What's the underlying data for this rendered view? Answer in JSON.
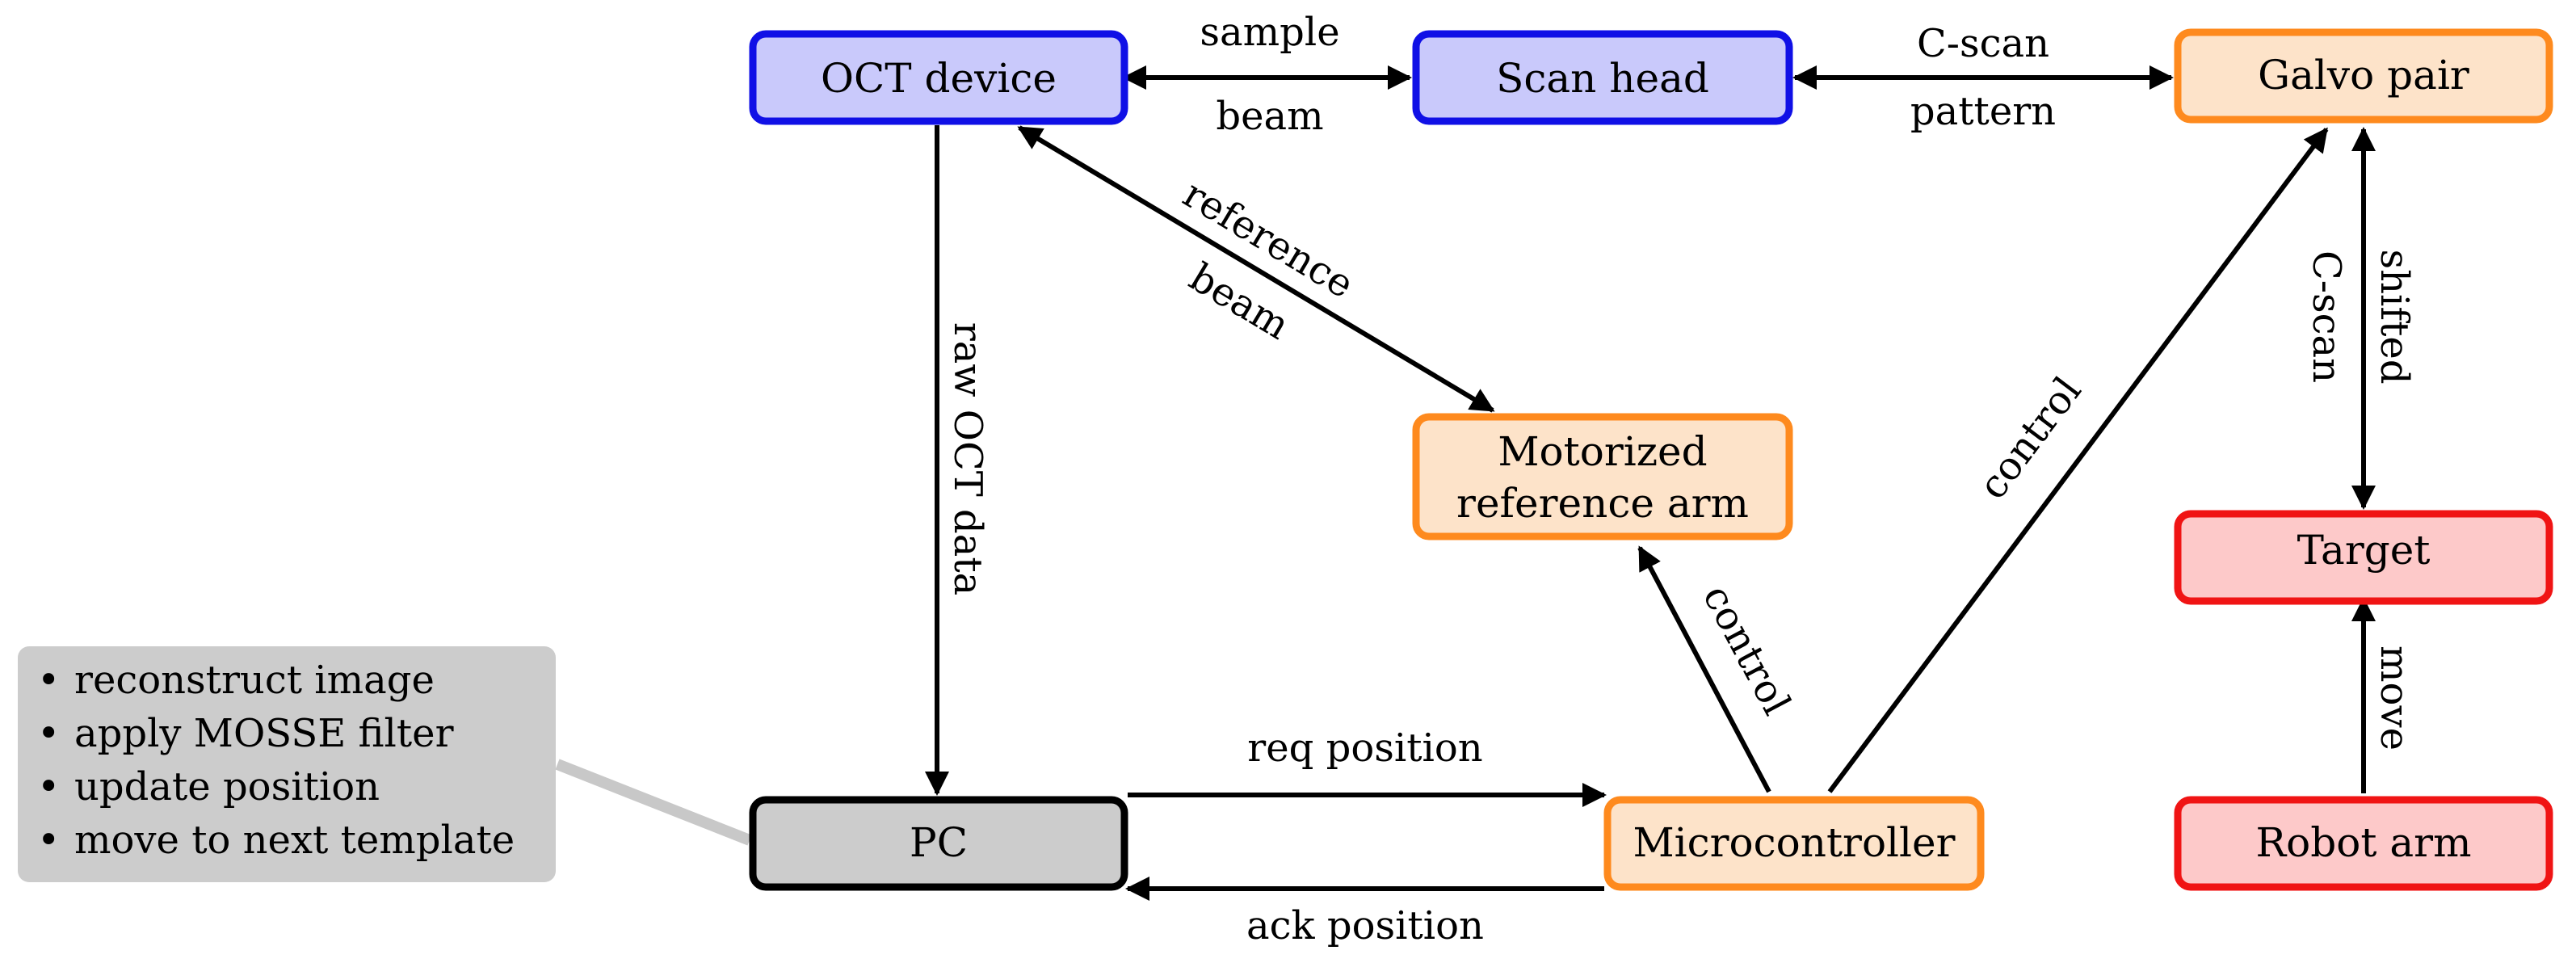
{
  "colors": {
    "blue_fill": "#c9c9fb",
    "blue_stroke": "#1010e6",
    "orange_fill": "#fde3c9",
    "orange_stroke": "#fe8a1e",
    "red_fill": "#fdc9c9",
    "red_stroke": "#f01414",
    "gray_fill": "#cccccc",
    "gray_stroke": "#000000",
    "note_fill": "#cccccc",
    "connector": "#c8c8c8"
  },
  "nodes": {
    "oct_device": "OCT device",
    "scan_head": "Scan head",
    "galvo_pair": "Galvo pair",
    "motorized_ref_arm": [
      "Motorized",
      "reference arm"
    ],
    "target": "Target",
    "pc": "PC",
    "microcontroller": "Microcontroller",
    "robot_arm": "Robot arm"
  },
  "edges": {
    "oct_scan": [
      "sample",
      "beam"
    ],
    "scan_galvo": [
      "C-scan",
      "pattern"
    ],
    "oct_ref": [
      "reference",
      "beam"
    ],
    "oct_pc": "raw OCT data",
    "micro_ref": "control",
    "micro_galvo": "control",
    "galvo_target": [
      "C-scan",
      "shifted"
    ],
    "robot_target": "move",
    "pc_micro": "req position",
    "micro_pc": "ack position"
  },
  "note": {
    "bullet": "•",
    "items": [
      "reconstruct image",
      "apply MOSSE filter",
      "update position",
      "move to next template"
    ]
  }
}
